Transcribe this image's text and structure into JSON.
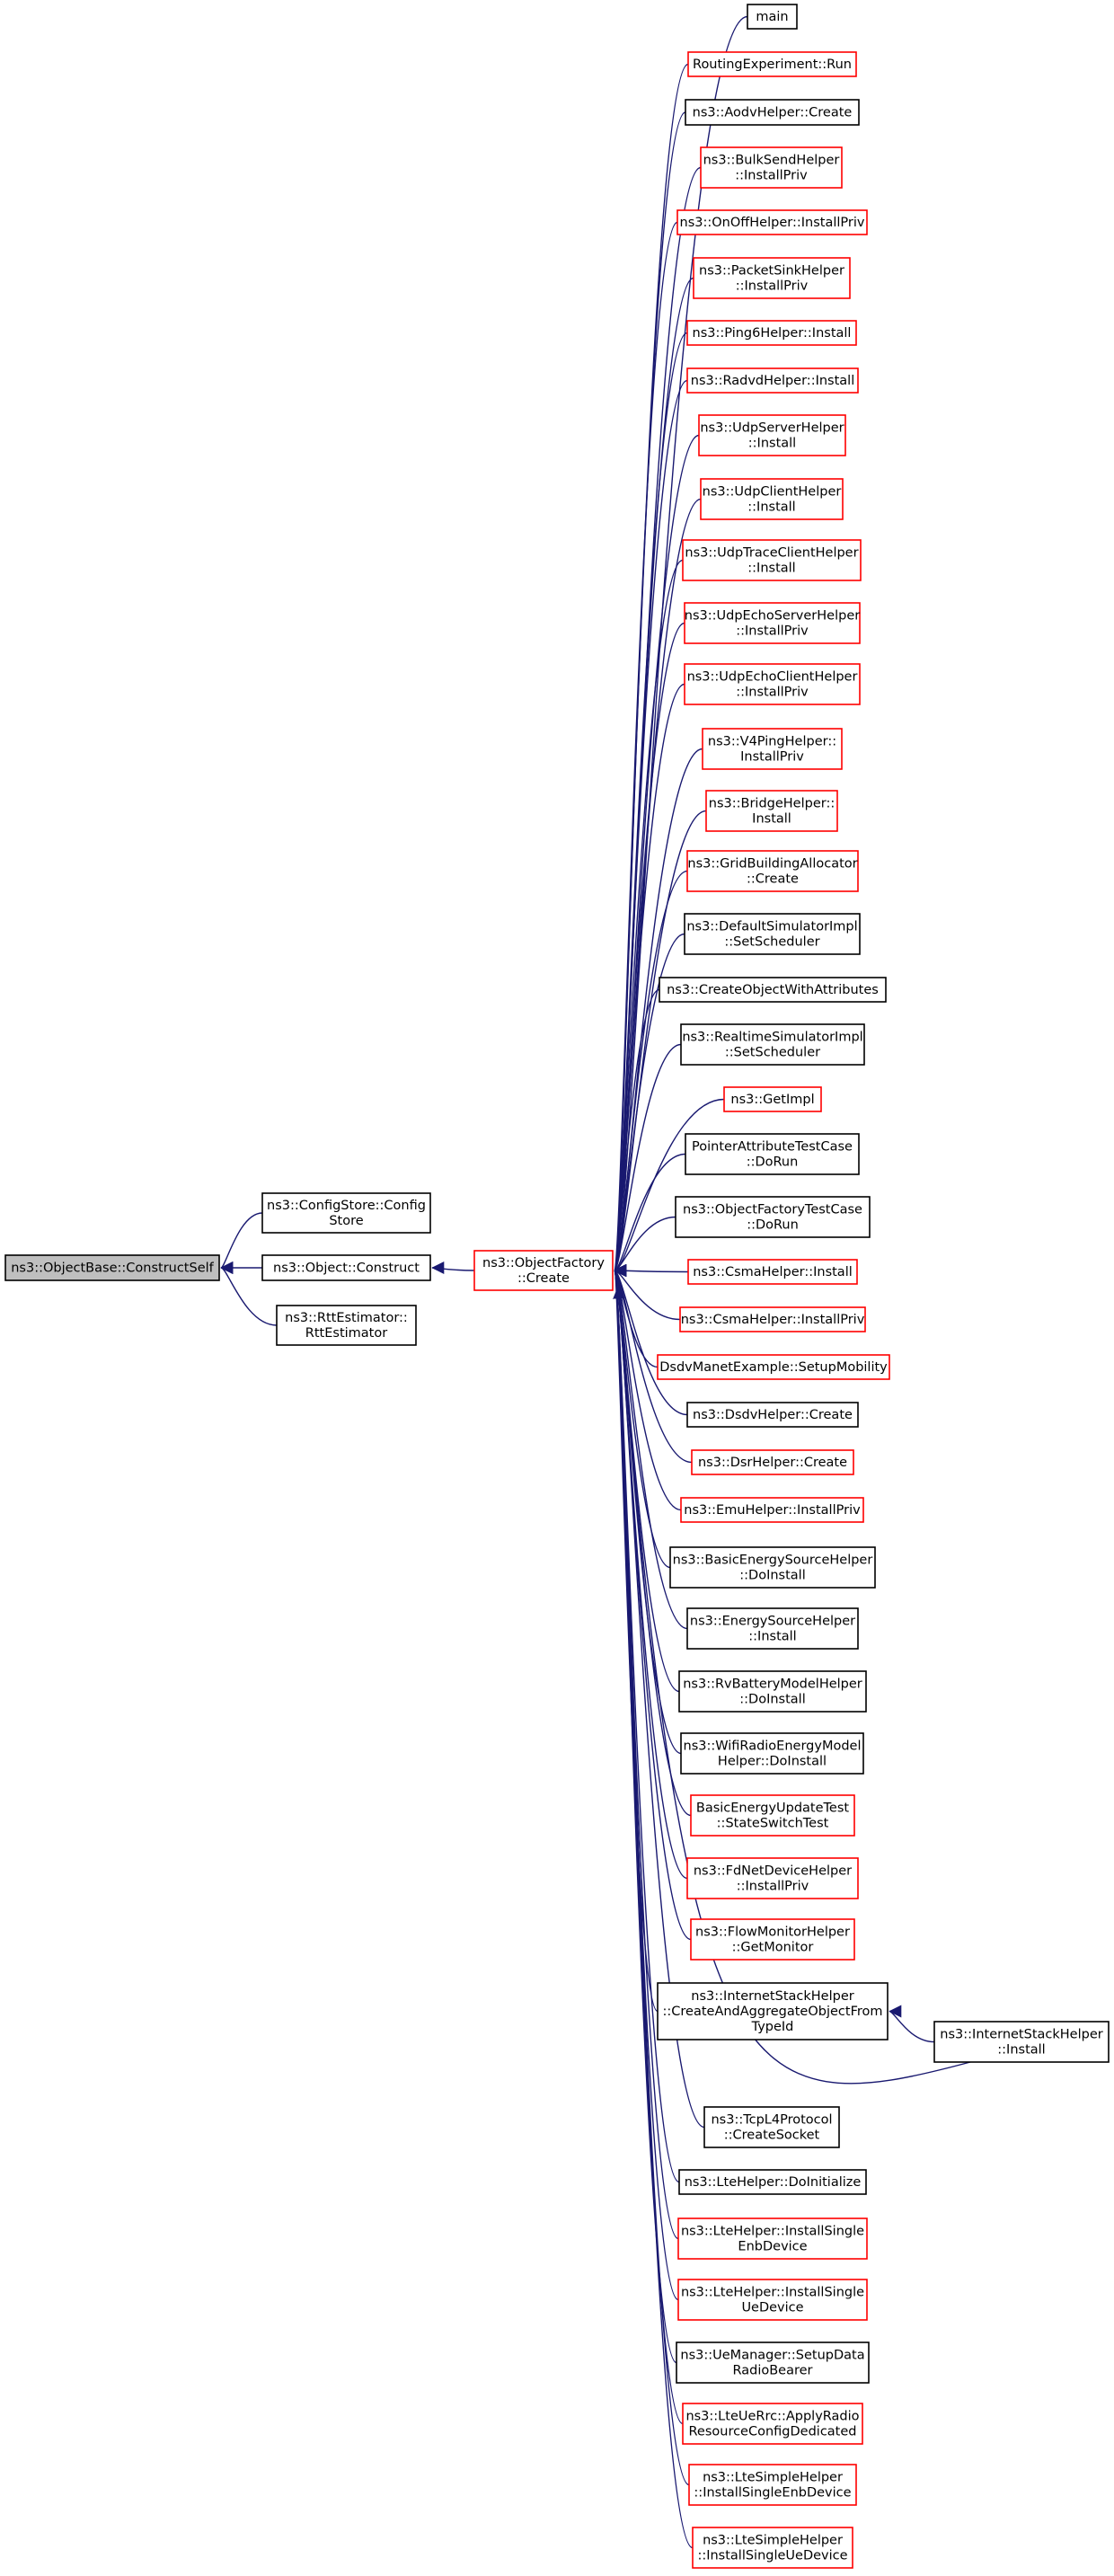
{
  "colors": {
    "edge": "#191970",
    "border_black": "#000000",
    "border_red": "#ff0000",
    "focus_fill": "#bfbfbf",
    "background": "#ffffff"
  },
  "nodes": [
    {
      "id": "construct-self",
      "lines": [
        "ns3::ObjectBase::ConstructSelf"
      ],
      "border": "black",
      "focus": true
    },
    {
      "id": "config-store",
      "lines": [
        "ns3::ConfigStore::Config",
        "Store"
      ],
      "border": "black"
    },
    {
      "id": "object-construct",
      "lines": [
        "ns3::Object::Construct"
      ],
      "border": "black"
    },
    {
      "id": "rtt-estimator",
      "lines": [
        "ns3::RttEstimator::",
        "RttEstimator"
      ],
      "border": "black"
    },
    {
      "id": "object-factory-create",
      "lines": [
        "ns3::ObjectFactory",
        "::Create"
      ],
      "border": "red"
    },
    {
      "id": "main",
      "lines": [
        "main"
      ],
      "border": "black"
    },
    {
      "id": "routing-experiment-run",
      "lines": [
        "RoutingExperiment::Run"
      ],
      "border": "red"
    },
    {
      "id": "aodv-helper-create",
      "lines": [
        "ns3::AodvHelper::Create"
      ],
      "border": "black"
    },
    {
      "id": "bulk-send-helper",
      "lines": [
        "ns3::BulkSendHelper",
        "::InstallPriv"
      ],
      "border": "red"
    },
    {
      "id": "on-off-helper",
      "lines": [
        "ns3::OnOffHelper::InstallPriv"
      ],
      "border": "red"
    },
    {
      "id": "packet-sink-helper",
      "lines": [
        "ns3::PacketSinkHelper",
        "::InstallPriv"
      ],
      "border": "red"
    },
    {
      "id": "ping6-helper",
      "lines": [
        "ns3::Ping6Helper::Install"
      ],
      "border": "red"
    },
    {
      "id": "radvd-helper",
      "lines": [
        "ns3::RadvdHelper::Install"
      ],
      "border": "red"
    },
    {
      "id": "udp-server-helper",
      "lines": [
        "ns3::UdpServerHelper",
        "::Install"
      ],
      "border": "red"
    },
    {
      "id": "udp-client-helper",
      "lines": [
        "ns3::UdpClientHelper",
        "::Install"
      ],
      "border": "red"
    },
    {
      "id": "udp-trace-client-helper",
      "lines": [
        "ns3::UdpTraceClientHelper",
        "::Install"
      ],
      "border": "red"
    },
    {
      "id": "udp-echo-server-helper",
      "lines": [
        "ns3::UdpEchoServerHelper",
        "::InstallPriv"
      ],
      "border": "red"
    },
    {
      "id": "udp-echo-client-helper",
      "lines": [
        "ns3::UdpEchoClientHelper",
        "::InstallPriv"
      ],
      "border": "red"
    },
    {
      "id": "v4ping-helper",
      "lines": [
        "ns3::V4PingHelper::",
        "InstallPriv"
      ],
      "border": "red"
    },
    {
      "id": "bridge-helper",
      "lines": [
        "ns3::BridgeHelper::",
        "Install"
      ],
      "border": "red"
    },
    {
      "id": "grid-building-allocator",
      "lines": [
        "ns3::GridBuildingAllocator",
        "::Create"
      ],
      "border": "red"
    },
    {
      "id": "default-simulator-impl",
      "lines": [
        "ns3::DefaultSimulatorImpl",
        "::SetScheduler"
      ],
      "border": "black"
    },
    {
      "id": "create-object-with-attributes",
      "lines": [
        "ns3::CreateObjectWithAttributes"
      ],
      "border": "black"
    },
    {
      "id": "realtime-simulator-impl",
      "lines": [
        "ns3::RealtimeSimulatorImpl",
        "::SetScheduler"
      ],
      "border": "black"
    },
    {
      "id": "get-impl",
      "lines": [
        "ns3::GetImpl"
      ],
      "border": "red"
    },
    {
      "id": "pointer-attribute-test-case",
      "lines": [
        "PointerAttributeTestCase",
        "::DoRun"
      ],
      "border": "black"
    },
    {
      "id": "object-factory-test-case",
      "lines": [
        "ns3::ObjectFactoryTestCase",
        "::DoRun"
      ],
      "border": "black"
    },
    {
      "id": "csma-helper-install",
      "lines": [
        "ns3::CsmaHelper::Install"
      ],
      "border": "red"
    },
    {
      "id": "csma-helper-install-priv",
      "lines": [
        "ns3::CsmaHelper::InstallPriv"
      ],
      "border": "red"
    },
    {
      "id": "dsdv-manet-example",
      "lines": [
        "DsdvManetExample::SetupMobility"
      ],
      "border": "red"
    },
    {
      "id": "dsdv-helper-create",
      "lines": [
        "ns3::DsdvHelper::Create"
      ],
      "border": "black"
    },
    {
      "id": "dsr-helper-create",
      "lines": [
        "ns3::DsrHelper::Create"
      ],
      "border": "red"
    },
    {
      "id": "emu-helper",
      "lines": [
        "ns3::EmuHelper::InstallPriv"
      ],
      "border": "red"
    },
    {
      "id": "basic-energy-source-helper",
      "lines": [
        "ns3::BasicEnergySourceHelper",
        "::DoInstall"
      ],
      "border": "black"
    },
    {
      "id": "energy-source-helper",
      "lines": [
        "ns3::EnergySourceHelper",
        "::Install"
      ],
      "border": "black"
    },
    {
      "id": "rv-battery-model-helper",
      "lines": [
        "ns3::RvBatteryModelHelper",
        "::DoInstall"
      ],
      "border": "black"
    },
    {
      "id": "wifi-radio-energy-model-helper",
      "lines": [
        "ns3::WifiRadioEnergyModel",
        "Helper::DoInstall"
      ],
      "border": "black"
    },
    {
      "id": "basic-energy-update-test",
      "lines": [
        "BasicEnergyUpdateTest",
        "::StateSwitchTest"
      ],
      "border": "red"
    },
    {
      "id": "fd-net-device-helper",
      "lines": [
        "ns3::FdNetDeviceHelper",
        "::InstallPriv"
      ],
      "border": "red"
    },
    {
      "id": "flow-monitor-helper",
      "lines": [
        "ns3::FlowMonitorHelper",
        "::GetMonitor"
      ],
      "border": "red"
    },
    {
      "id": "internet-stack-create-aggregate",
      "lines": [
        "ns3::InternetStackHelper",
        "::CreateAndAggregateObjectFrom",
        "TypeId"
      ],
      "border": "black"
    },
    {
      "id": "internet-stack-install",
      "lines": [
        "ns3::InternetStackHelper",
        "::Install"
      ],
      "border": "black"
    },
    {
      "id": "tcp-l4-protocol",
      "lines": [
        "ns3::TcpL4Protocol",
        "::CreateSocket"
      ],
      "border": "black"
    },
    {
      "id": "lte-helper-do-initialize",
      "lines": [
        "ns3::LteHelper::DoInitialize"
      ],
      "border": "black"
    },
    {
      "id": "lte-helper-install-single-enb",
      "lines": [
        "ns3::LteHelper::InstallSingle",
        "EnbDevice"
      ],
      "border": "red"
    },
    {
      "id": "lte-helper-install-single-ue",
      "lines": [
        "ns3::LteHelper::InstallSingle",
        "UeDevice"
      ],
      "border": "red"
    },
    {
      "id": "ue-manager",
      "lines": [
        "ns3::UeManager::SetupData",
        "RadioBearer"
      ],
      "border": "black"
    },
    {
      "id": "lte-ue-rrc",
      "lines": [
        "ns3::LteUeRrc::ApplyRadio",
        "ResourceConfigDedicated"
      ],
      "border": "red"
    },
    {
      "id": "lte-simple-helper-enb",
      "lines": [
        "ns3::LteSimpleHelper",
        "::InstallSingleEnbDevice"
      ],
      "border": "red"
    },
    {
      "id": "lte-simple-helper-ue",
      "lines": [
        "ns3::LteSimpleHelper",
        "::InstallSingleUeDevice"
      ],
      "border": "red"
    }
  ],
  "edges": [
    {
      "from": "config-store",
      "to": "construct-self"
    },
    {
      "from": "object-construct",
      "to": "construct-self"
    },
    {
      "from": "rtt-estimator",
      "to": "construct-self"
    },
    {
      "from": "object-factory-create",
      "to": "object-construct"
    },
    {
      "from": "main",
      "to": "object-factory-create"
    },
    {
      "from": "routing-experiment-run",
      "to": "object-factory-create"
    },
    {
      "from": "aodv-helper-create",
      "to": "object-factory-create"
    },
    {
      "from": "bulk-send-helper",
      "to": "object-factory-create"
    },
    {
      "from": "on-off-helper",
      "to": "object-factory-create"
    },
    {
      "from": "packet-sink-helper",
      "to": "object-factory-create"
    },
    {
      "from": "ping6-helper",
      "to": "object-factory-create"
    },
    {
      "from": "radvd-helper",
      "to": "object-factory-create"
    },
    {
      "from": "udp-server-helper",
      "to": "object-factory-create"
    },
    {
      "from": "udp-client-helper",
      "to": "object-factory-create"
    },
    {
      "from": "udp-trace-client-helper",
      "to": "object-factory-create"
    },
    {
      "from": "udp-echo-server-helper",
      "to": "object-factory-create"
    },
    {
      "from": "udp-echo-client-helper",
      "to": "object-factory-create"
    },
    {
      "from": "v4ping-helper",
      "to": "object-factory-create"
    },
    {
      "from": "bridge-helper",
      "to": "object-factory-create"
    },
    {
      "from": "grid-building-allocator",
      "to": "object-factory-create"
    },
    {
      "from": "default-simulator-impl",
      "to": "object-factory-create"
    },
    {
      "from": "create-object-with-attributes",
      "to": "object-factory-create"
    },
    {
      "from": "realtime-simulator-impl",
      "to": "object-factory-create"
    },
    {
      "from": "get-impl",
      "to": "object-factory-create"
    },
    {
      "from": "pointer-attribute-test-case",
      "to": "object-factory-create"
    },
    {
      "from": "object-factory-test-case",
      "to": "object-factory-create"
    },
    {
      "from": "csma-helper-install",
      "to": "object-factory-create"
    },
    {
      "from": "csma-helper-install-priv",
      "to": "object-factory-create"
    },
    {
      "from": "dsdv-manet-example",
      "to": "object-factory-create"
    },
    {
      "from": "dsdv-helper-create",
      "to": "object-factory-create"
    },
    {
      "from": "dsr-helper-create",
      "to": "object-factory-create"
    },
    {
      "from": "emu-helper",
      "to": "object-factory-create"
    },
    {
      "from": "basic-energy-source-helper",
      "to": "object-factory-create"
    },
    {
      "from": "energy-source-helper",
      "to": "object-factory-create"
    },
    {
      "from": "rv-battery-model-helper",
      "to": "object-factory-create"
    },
    {
      "from": "wifi-radio-energy-model-helper",
      "to": "object-factory-create"
    },
    {
      "from": "basic-energy-update-test",
      "to": "object-factory-create"
    },
    {
      "from": "fd-net-device-helper",
      "to": "object-factory-create"
    },
    {
      "from": "flow-monitor-helper",
      "to": "object-factory-create"
    },
    {
      "from": "internet-stack-create-aggregate",
      "to": "object-factory-create"
    },
    {
      "from": "internet-stack-install",
      "to": "object-factory-create"
    },
    {
      "from": "internet-stack-install",
      "to": "internet-stack-create-aggregate"
    },
    {
      "from": "tcp-l4-protocol",
      "to": "object-factory-create"
    },
    {
      "from": "lte-helper-do-initialize",
      "to": "object-factory-create"
    },
    {
      "from": "lte-helper-install-single-enb",
      "to": "object-factory-create"
    },
    {
      "from": "lte-helper-install-single-ue",
      "to": "object-factory-create"
    },
    {
      "from": "ue-manager",
      "to": "object-factory-create"
    },
    {
      "from": "lte-ue-rrc",
      "to": "object-factory-create"
    },
    {
      "from": "lte-simple-helper-enb",
      "to": "object-factory-create"
    },
    {
      "from": "lte-simple-helper-ue",
      "to": "object-factory-create"
    }
  ]
}
